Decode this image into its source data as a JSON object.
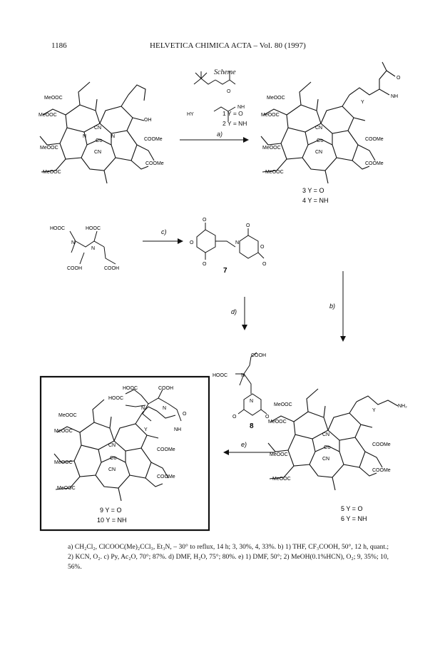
{
  "header": {
    "page_number": "1186",
    "journal": "HELVETICA CHIMICA ACTA – Vol. 80 (1997)"
  },
  "scheme_title": "Scheme",
  "labels": {
    "cobalt": "Co",
    "cn": "CN",
    "n": "N",
    "meooc": "MeOOC",
    "coome": "COOMe",
    "oh": "OH",
    "hy": "HY",
    "nh": "NH",
    "nh2": "NH₂",
    "hooc": "HOOC",
    "cooh": "COOH",
    "o": "O",
    "y": "Y"
  },
  "compounds": {
    "c1": "1 Y = O",
    "c2": "2 Y = NH",
    "c3": "3 Y = O",
    "c4": "4 Y = NH",
    "c5": "5 Y = O",
    "c6": "6 Y = NH",
    "c7": "7",
    "c8": "8",
    "c9": "9 Y = O",
    "c10": "10 Y = NH"
  },
  "steps": {
    "a": "a)",
    "b": "b)",
    "c": "c)",
    "d": "d)",
    "e": "e)"
  },
  "caption": "a) CH₂Cl₂, ClCOOC(Me)₂CCl₃, Et₃N, – 30° to reflux, 14 h; 3, 30%, 4, 33%. b) 1) THF, CF₃COOH, 50°, 12 h, quant.; 2) KCN, O₂. c) Py, Ac₂O, 70°; 87%. d) DMF, H₂O, 75°; 80%. e) 1) DMF, 50°; 2) MeOH(0.1%HCN), O₂; 9, 35%; 10, 56%."
}
